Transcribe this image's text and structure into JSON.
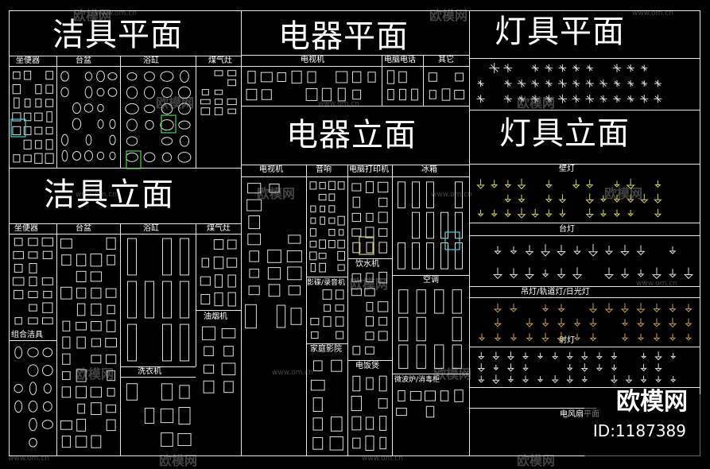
{
  "sections": {
    "jieju_pingmian": "洁具平面",
    "dianqi_pingmian": "电器平面",
    "dengju_pingmian": "灯具平面",
    "dianqi_limian": "电器立面",
    "dengju_limian": "灯具立面",
    "jieju_limian": "洁具立面"
  },
  "labels": {
    "zuobianqi_1": "坐便器",
    "taipen_1": "台盆",
    "yugang_1": "浴缸",
    "meiqizao_1": "煤气灶",
    "dianshiji_1": "电视机",
    "diannao_dianhua": "电脑电话",
    "qita": "其它",
    "dianshiji_2": "电视机",
    "yinxiang": "音响",
    "diannao_dayinji": "电脑打印机",
    "bingxiang": "冰箱",
    "zuobianqi_2": "坐便器",
    "taipen_2": "台盆",
    "yugang_2": "浴缸",
    "meiqizao_2": "煤气灶",
    "youyanji": "油烟机",
    "zuhe_jieju": "组合洁具",
    "xiyiji": "洗衣机",
    "yinshuiji": "饮水机",
    "luxiang": "影碟/录音机",
    "kongtiao": "空调",
    "jiating_yingyuan": "家庭影院",
    "dianfanbao": "电饭煲",
    "weibolu": "微波炉/消毒柜",
    "bideng": "壁灯",
    "taideng": "台灯",
    "diaodeng": "吊灯/轨道灯/日光灯",
    "shedeng": "射灯",
    "dianfengshan": "电风扇平面"
  },
  "watermark": {
    "brand": "欧模网",
    "url": "www.om.cn",
    "id": "ID:1187389"
  },
  "colors": {
    "background": "#000000",
    "lines": "#e8e8e8",
    "symbol_white": "#dcdcdc",
    "symbol_cyan": "#38d8e0",
    "symbol_green": "#4cd44c",
    "symbol_gold": "#c89a4e",
    "symbol_yellow": "#d8d060"
  }
}
